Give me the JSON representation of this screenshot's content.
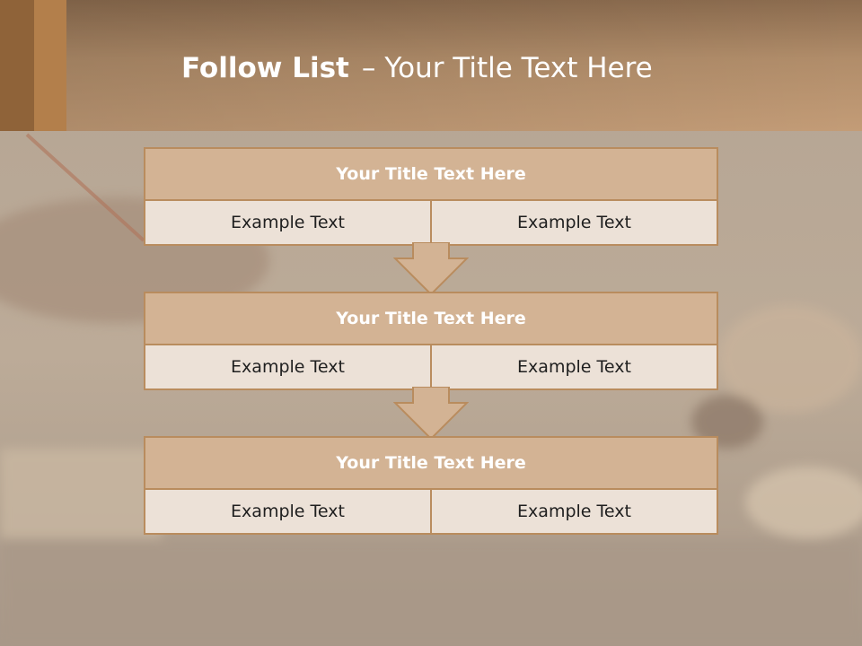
{
  "slide": {
    "title_bold": "Follow List",
    "title_separator": "–",
    "title_rest": "Your Title Text Here"
  },
  "blocks": [
    {
      "title": "Your Title Text Here",
      "cells": [
        "Example Text",
        "Example Text"
      ]
    },
    {
      "title": "Your Title Text Here",
      "cells": [
        "Example Text",
        "Example Text"
      ]
    },
    {
      "title": "Your Title Text Here",
      "cells": [
        "Example Text",
        "Example Text"
      ]
    }
  ],
  "colors": {
    "header": "#c39c77",
    "block_border": "#b98c5e",
    "block_title_fill": "#d3b394",
    "cell_fill": "#ece1d7",
    "arrow_fill": "#d3b394"
  }
}
